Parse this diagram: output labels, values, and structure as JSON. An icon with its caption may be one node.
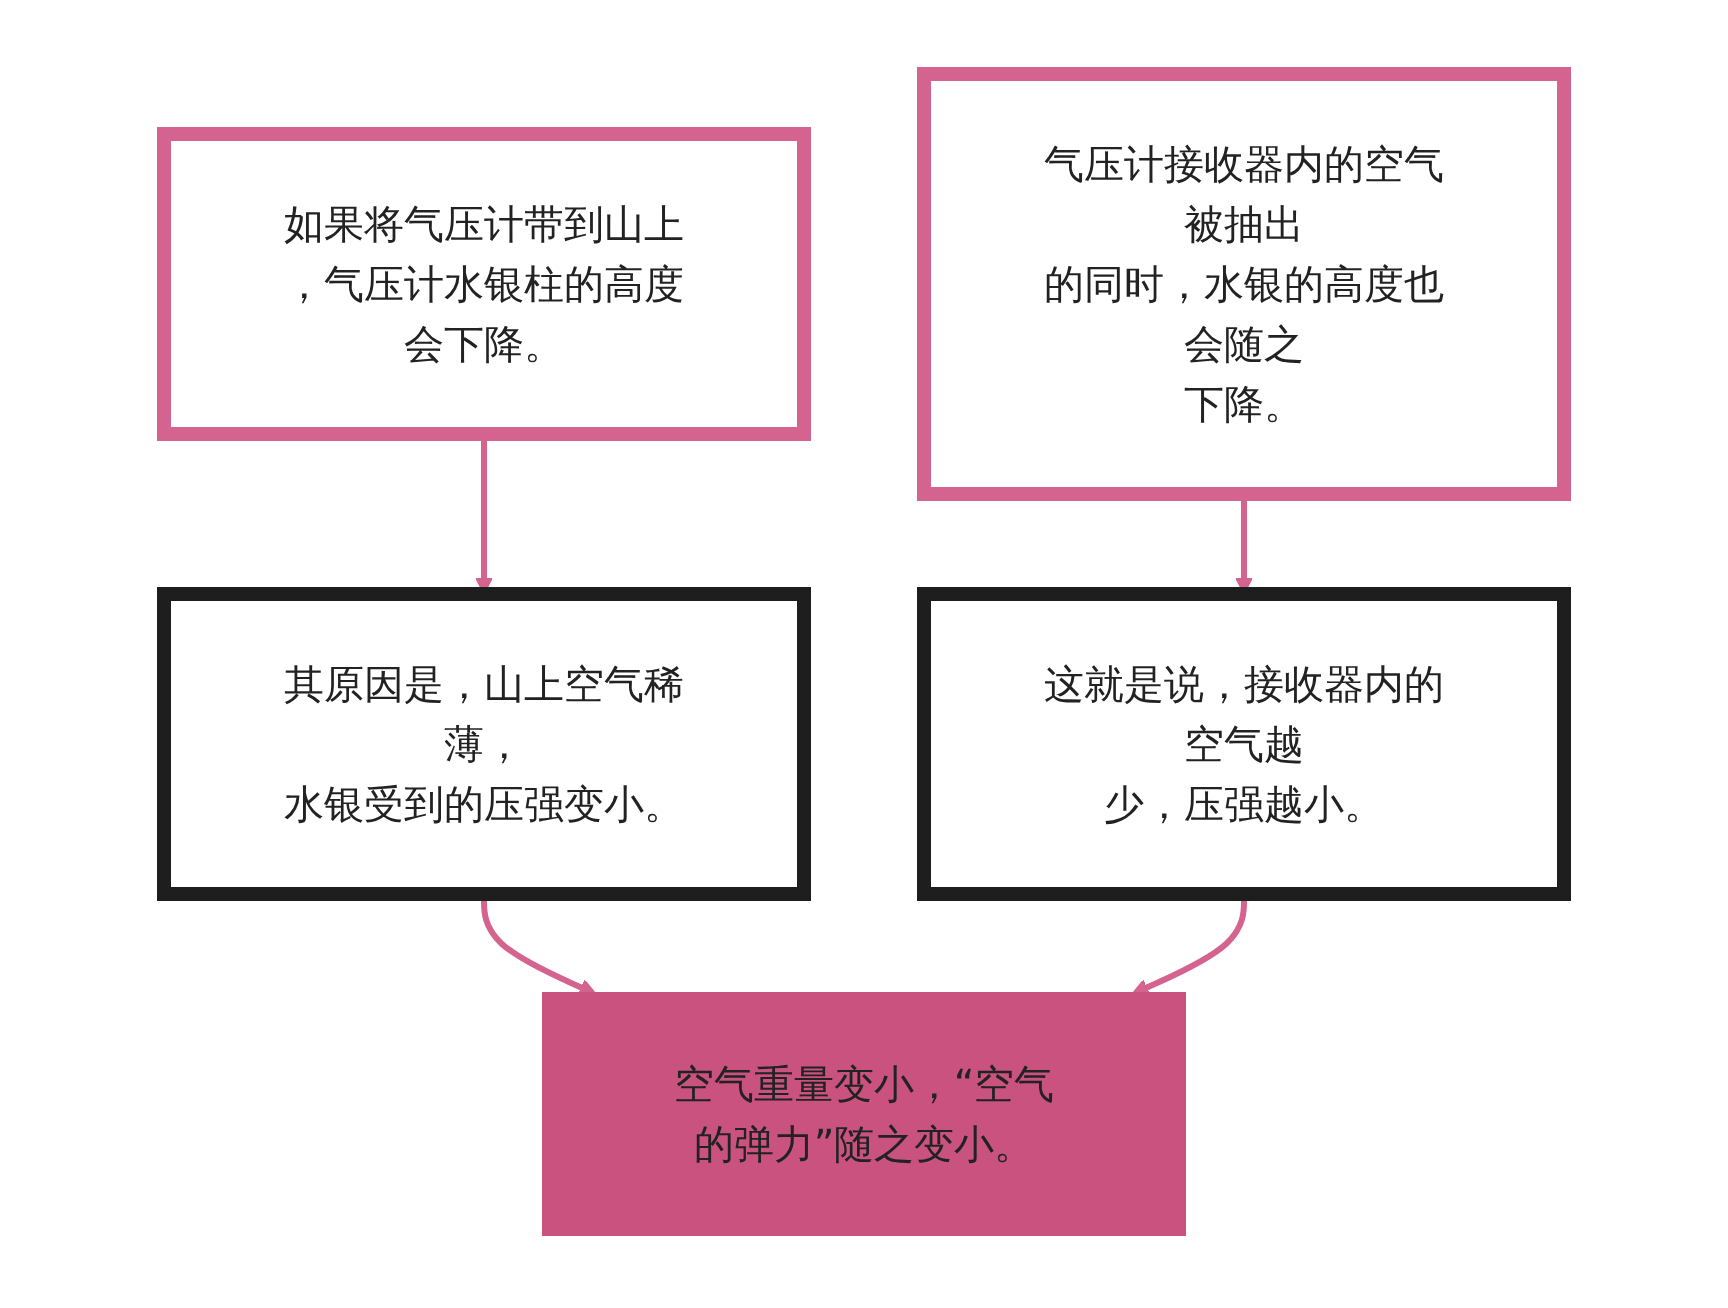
{
  "diagram": {
    "nodes": [
      {
        "text": [
          "如果将气压计带到山上，气压计水银柱的高度会下降。"
        ]
      },
      {
        "text": [
          "气压计接收器内的空气被抽出的同时，水银的高度也会随之下降。"
        ]
      },
      {
        "text": [
          "其原因是，山上空气稀薄，水银受到的压强变小。"
        ]
      },
      {
        "text": [
          "这就是说，接收器内的空气越少，压强越小。"
        ]
      },
      {
        "text": [
          "空气重量变小，“空气的弹力”随之变小。"
        ]
      }
    ],
    "edges": [
      {
        "from": 0,
        "to": 2,
        "arrow": "to"
      },
      {
        "from": 1,
        "to": 3,
        "arrow": "to"
      },
      {
        "from": 2,
        "to": 4,
        "arrow": "to"
      },
      {
        "from": 3,
        "to": 4,
        "arrow": "to"
      }
    ]
  }
}
